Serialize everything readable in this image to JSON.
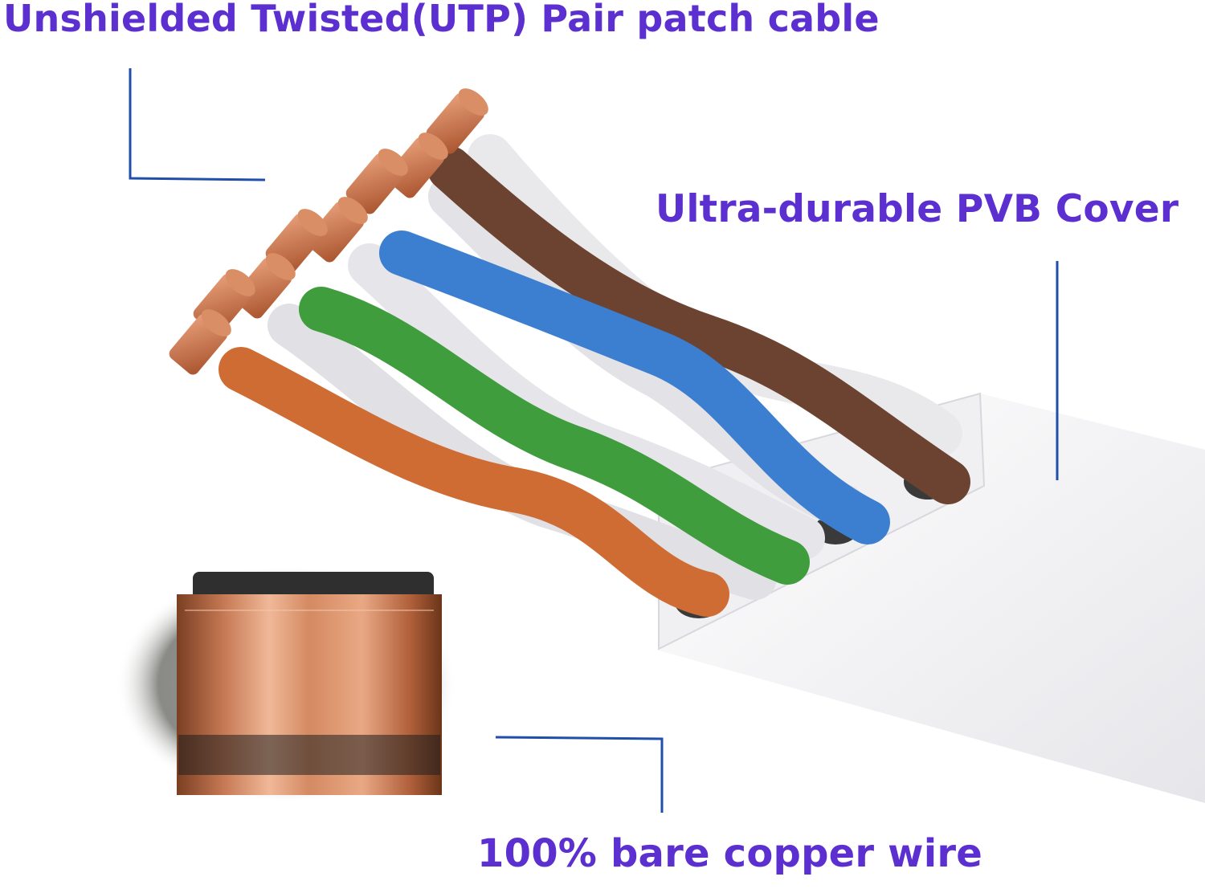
{
  "labels": {
    "utp": "Unshielded Twisted(UTP) Pair patch cable",
    "pvb": "Ultra-durable PVB Cover",
    "copper": "100% bare copper wire"
  },
  "colors": {
    "label_text": "#5b2fd0",
    "leader_line": "#1f4fa8",
    "copper": "#c9764a",
    "wire_orange": "#cf6c33",
    "wire_green": "#3f9d3d",
    "wire_blue": "#3c7fd0",
    "wire_brown": "#6b4330",
    "wire_white": "#e9e9ec",
    "jacket": "#f4f4f6"
  }
}
